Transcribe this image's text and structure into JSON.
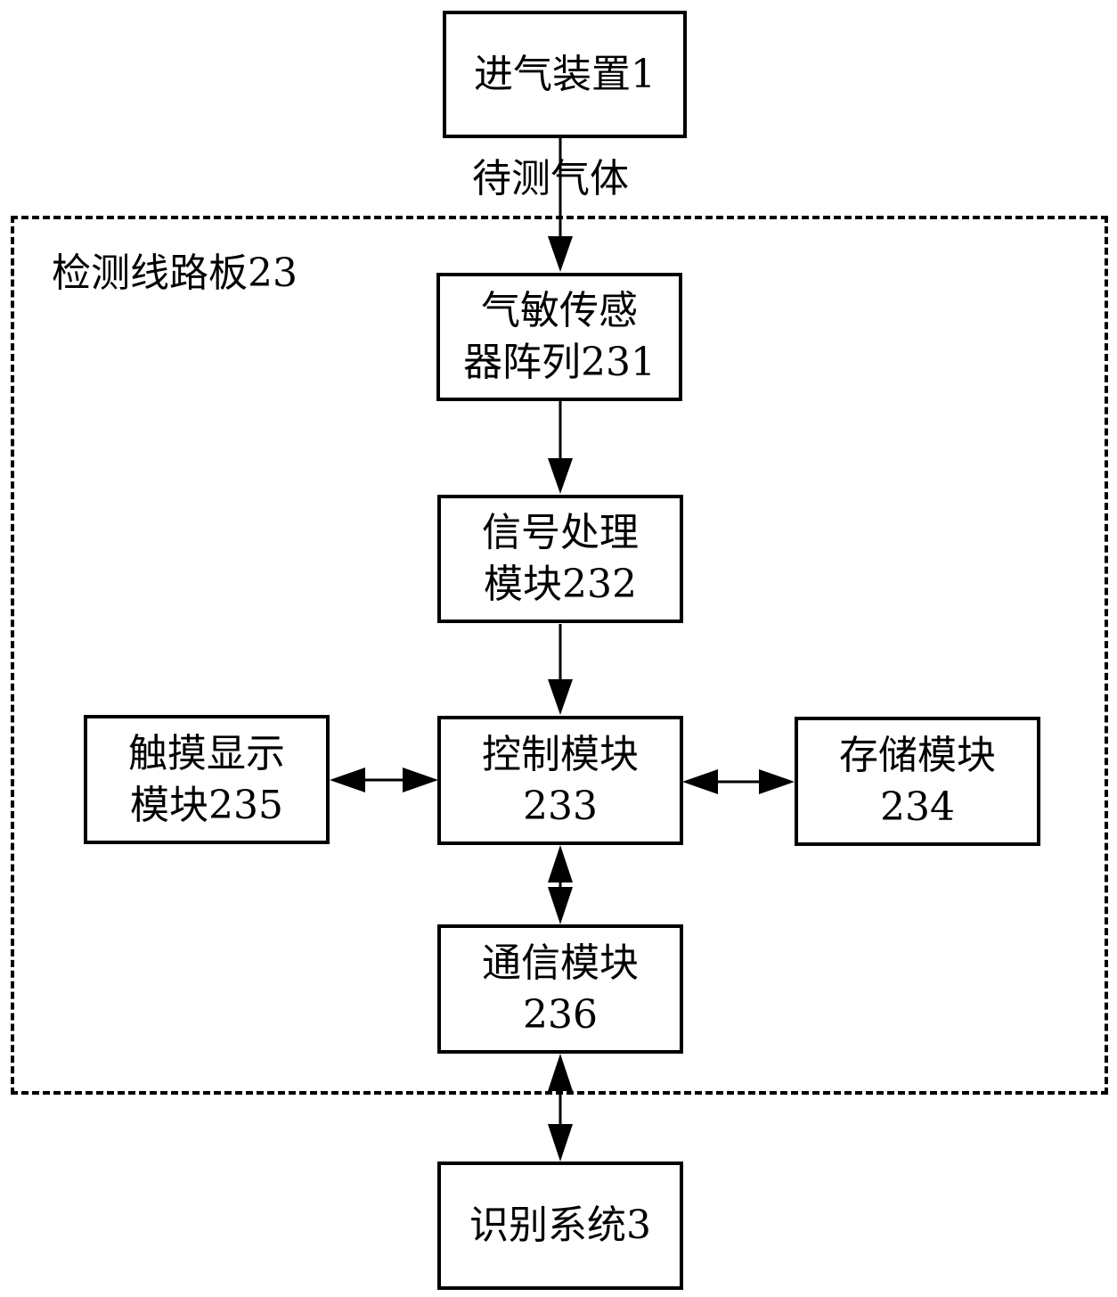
{
  "group": {
    "label": "检测线路板23"
  },
  "nodes": {
    "intake": {
      "lines": [
        "进气装置1"
      ]
    },
    "sensor": {
      "lines": [
        "气敏传感",
        "器阵列231"
      ]
    },
    "signal": {
      "lines": [
        "信号处理",
        "模块232"
      ]
    },
    "control": {
      "lines": [
        "控制模块",
        "233"
      ]
    },
    "touch": {
      "lines": [
        "触摸显示",
        "模块235"
      ]
    },
    "storage": {
      "lines": [
        "存储模块",
        "234"
      ]
    },
    "comm": {
      "lines": [
        "通信模块",
        "236"
      ]
    },
    "recog": {
      "lines": [
        "识别系统3"
      ]
    }
  },
  "edges": {
    "gas_label": "待测气体"
  }
}
